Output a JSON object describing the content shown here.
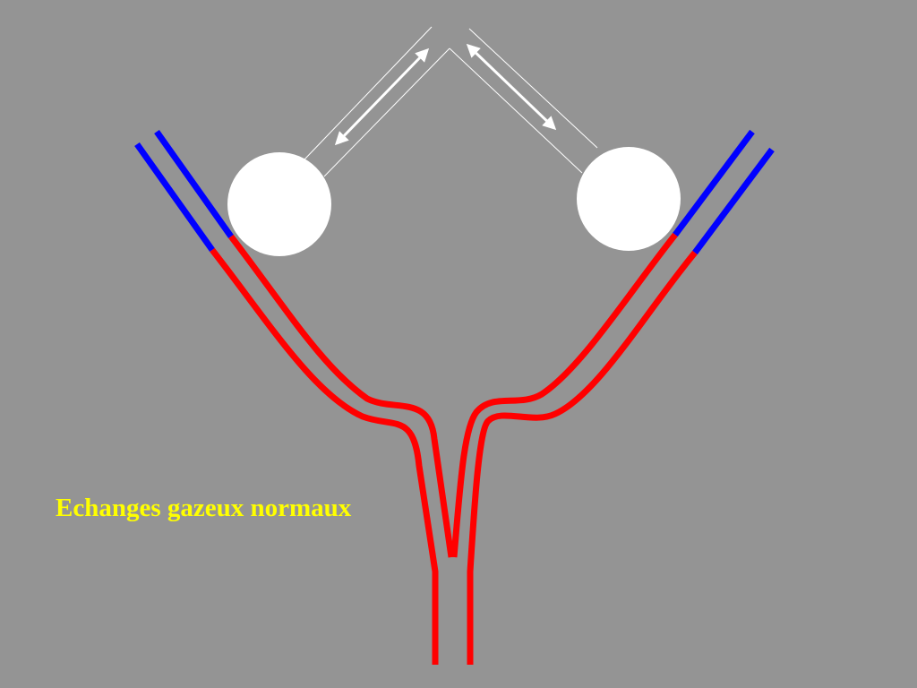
{
  "caption": "Echanges gazeux normaux",
  "colors": {
    "background": "#949494",
    "arterial_vessel": "#ff0000",
    "venous_vessel": "#0000ff",
    "alveolus": "#ffffff",
    "airway_outline": "#ffffff",
    "caption": "#ffff00"
  },
  "icons": {
    "left_alveolus": "white-circle",
    "right_alveolus": "white-circle",
    "left_gas_exchange_arrow": "double-headed-arrow",
    "right_gas_exchange_arrow": "double-headed-arrow"
  }
}
